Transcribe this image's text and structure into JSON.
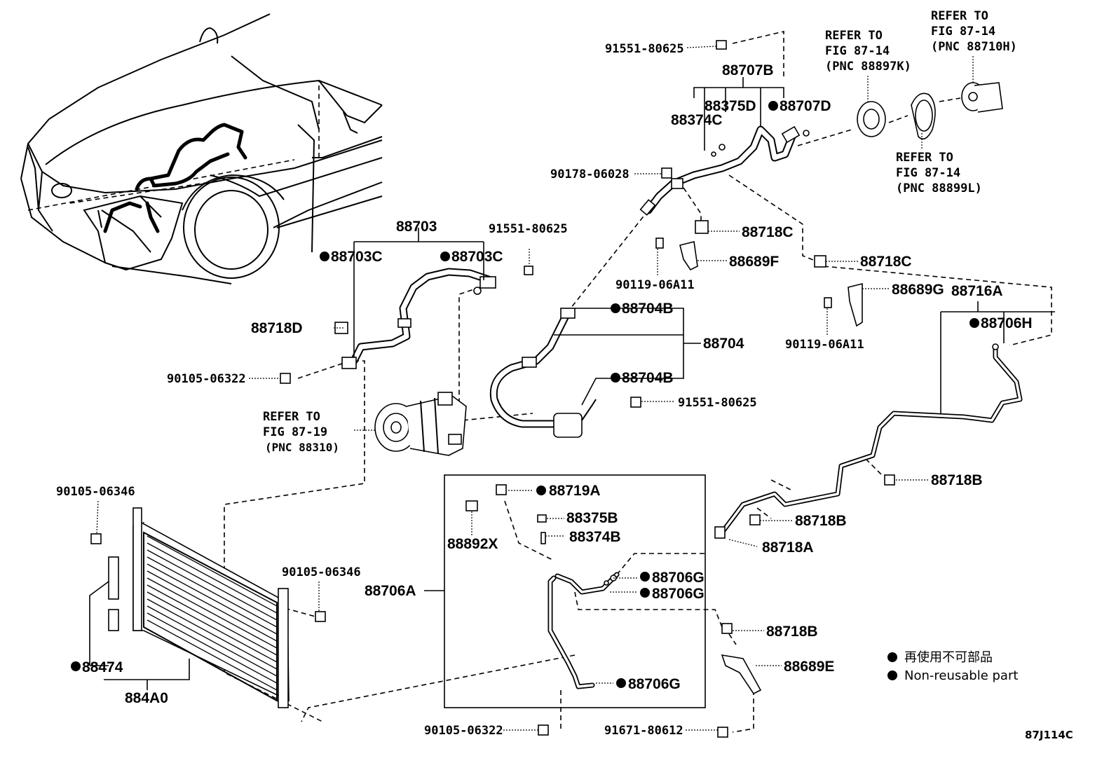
{
  "diagram": {
    "code": "87J114C",
    "legend": {
      "japanese": "再使用不可部品",
      "english": "Non-reusable part"
    },
    "references": [
      {
        "line1": "REFER TO",
        "line2": "FIG 87-14",
        "line3": "(PNC 88710H)"
      },
      {
        "line1": "REFER TO",
        "line2": "FIG 87-14",
        "line3": "(PNC 88897K)"
      },
      {
        "line1": "REFER TO",
        "line2": "FIG 87-14",
        "line3": "(PNC 88899L)"
      },
      {
        "line1": "REFER TO",
        "line2": "FIG 87-19",
        "line3": "(PNC 88310)"
      }
    ],
    "labels": {
      "b91551_top": "91551-80625",
      "p88707B": "88707B",
      "p88375D": "88375D",
      "p88707D": "88707D",
      "p88374C": "88374C",
      "b90178": "90178-06028",
      "p88718C_1": "88718C",
      "p88689F": "88689F",
      "b90119_1": "90119-06A11",
      "p88718C_2": "88718C",
      "p88689G": "88689G",
      "p88716A": "88716A",
      "p88706H": "88706H",
      "b90119_2": "90119-06A11",
      "p88703": "88703",
      "b91551_mid": "91551-80625",
      "p88703C_1": "88703C",
      "p88703C_2": "88703C",
      "p88718D": "88718D",
      "b90105_06322_top": "90105-06322",
      "p88704B_1": "88704B",
      "p88704": "88704",
      "p88704B_2": "88704B",
      "b91551_right": "91551-80625",
      "b90105_06346_1": "90105-06346",
      "b90105_06346_2": "90105-06346",
      "p88719A": "88719A",
      "p88375B": "88375B",
      "p88374B": "88374B",
      "p88892X": "88892X",
      "p88706A": "88706A",
      "p88706G_1": "88706G",
      "p88706G_2": "88706G",
      "p88706G_3": "88706G",
      "p88718B_1": "88718B",
      "p88718B_2": "88718B",
      "p88718A": "88718A",
      "p88718B_3": "88718B",
      "p88689E": "88689E",
      "p88474": "88474",
      "p884A0": "884A0",
      "b90105_06322_bot": "90105-06322",
      "b91671": "91671-80612"
    }
  }
}
